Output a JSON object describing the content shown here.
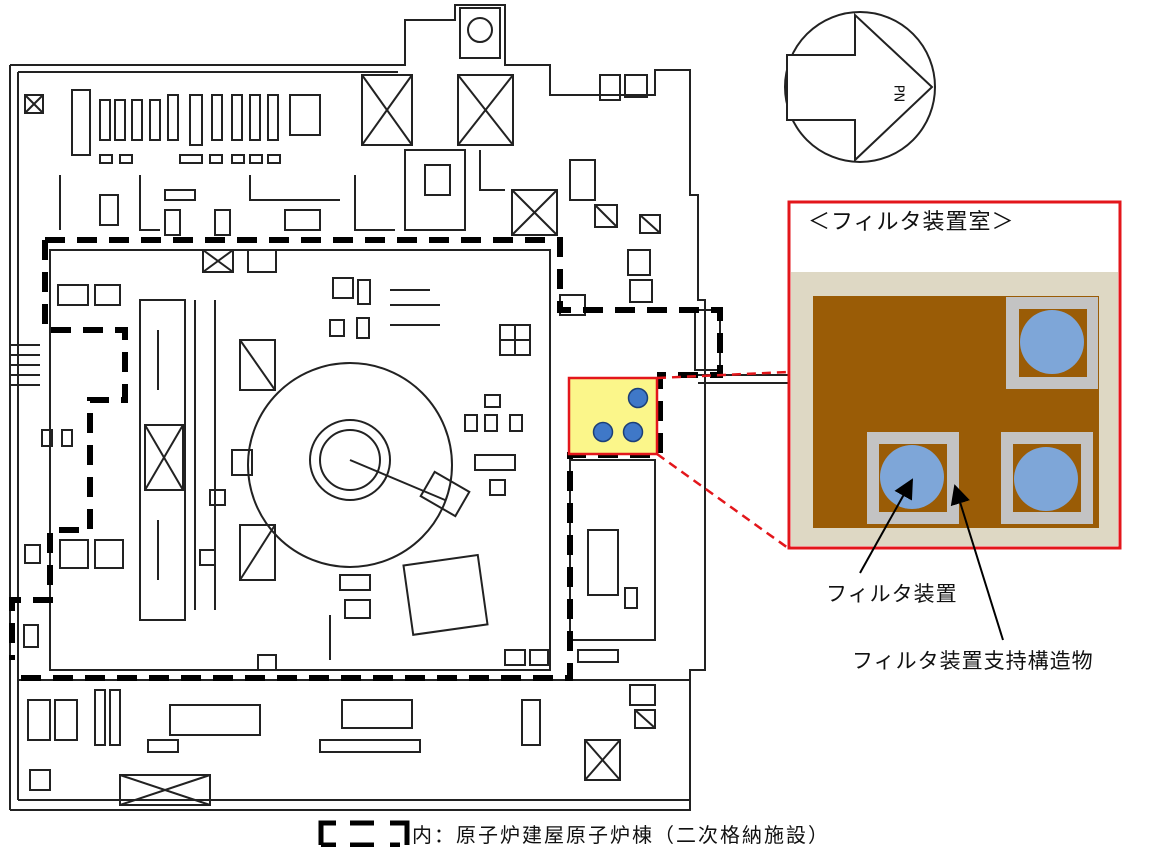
{
  "north_marker": {
    "label": "PN",
    "icon": "north-arrow-icon"
  },
  "detail_panel": {
    "title": "＜フィルタ装置室＞",
    "border_color": "#e3161b",
    "floor_color": "#9a5c06",
    "surround_color": "#ded8c4",
    "support_color": "#c3c3c3",
    "device_color": "#7ea6d8"
  },
  "callouts": {
    "filter_device": "フィルタ装置",
    "support_structure": "フィルタ装置支持構造物"
  },
  "plan": {
    "highlight_color": "#fbf68a",
    "highlight_border": "#e3161b",
    "boundary_style": "thick-dashed-black"
  },
  "legend": {
    "text": "内：原子炉建屋原子炉棟（二次格納施設）"
  }
}
